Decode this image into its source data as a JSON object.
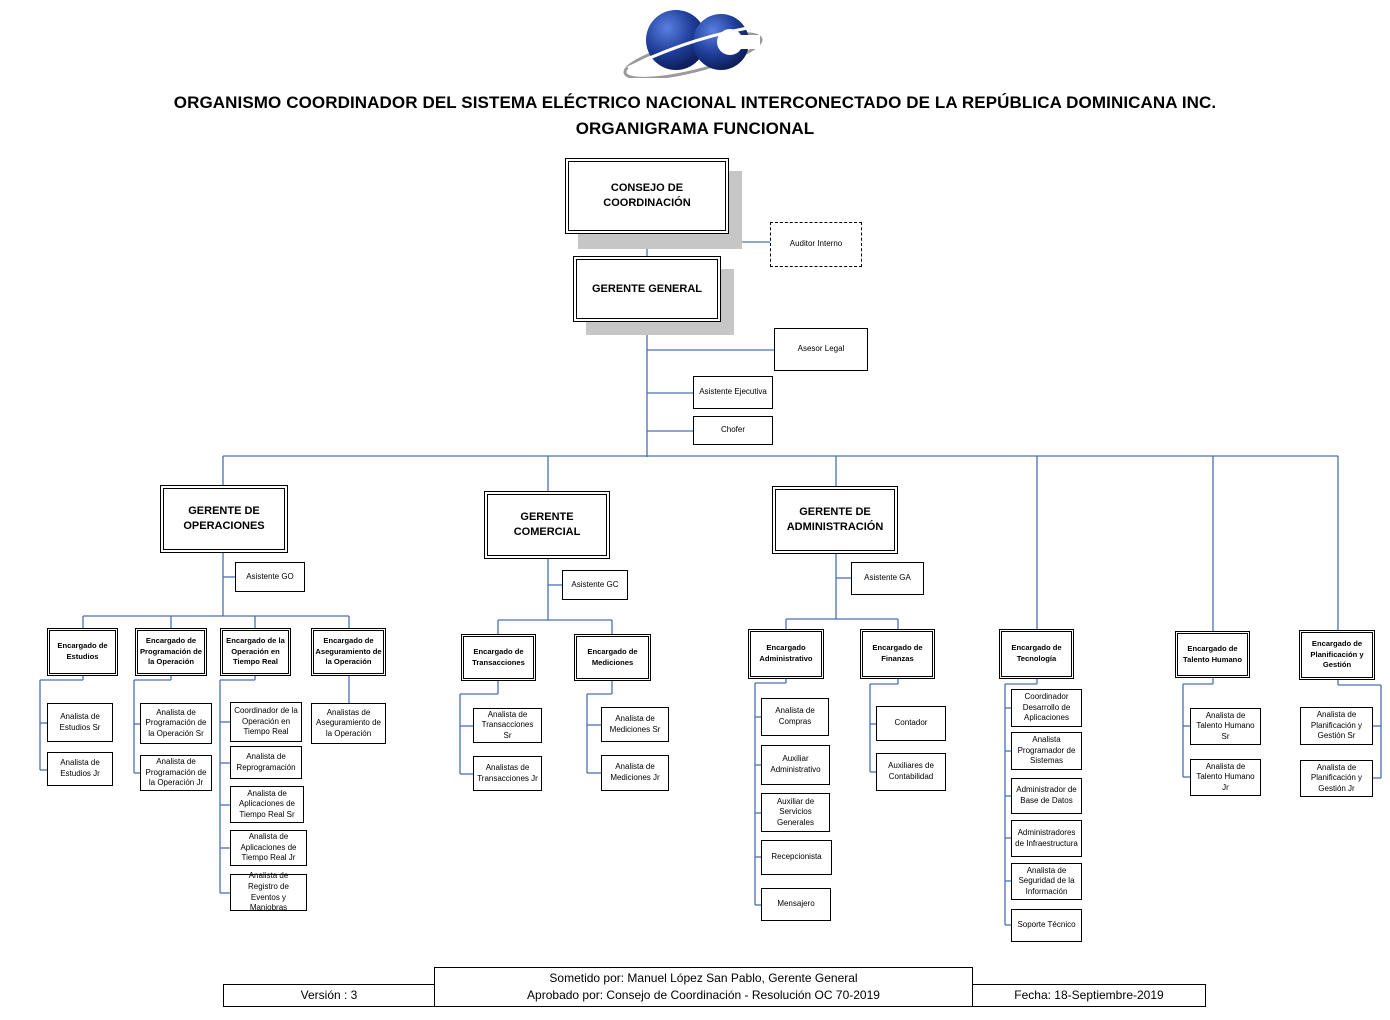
{
  "header": {
    "title": "ORGANISMO COORDINADOR DEL SISTEMA ELÉCTRICO NACIONAL INTERCONECTADO DE LA REPÚBLICA DOMINICANA INC.",
    "subtitle": "ORGANIGRAMA FUNCIONAL",
    "logo_text": "OC"
  },
  "colors": {
    "connector": "#4a6fb5",
    "shadow": "#c6c6c6",
    "logo_blue": "#1f3d99"
  },
  "top": {
    "consejo": "CONSEJO DE COORDINACIÓN",
    "auditor": "Auditor Interno",
    "gerente_general": "GERENTE GENERAL",
    "asesor": "Asesor Legal",
    "asistente_ejecutiva": "Asistente Ejecutiva",
    "chofer": "Chofer"
  },
  "operaciones": {
    "gerente": "GERENTE DE OPERACIONES",
    "asistente": "Asistente GO",
    "estudios": {
      "head": "Encargado de Estudios",
      "items": [
        "Analista de Estudios Sr",
        "Analista de Estudios Jr"
      ]
    },
    "programacion": {
      "head": "Encargado de Programación de la Operación",
      "items": [
        "Analista de Programación de la Operación Sr",
        "Analista de Programación de la Operación Jr"
      ]
    },
    "tiempo_real": {
      "head": "Encargado de la Operación en Tiempo Real",
      "items": [
        "Coordinador de la Operación en Tiempo Real",
        "Analista de Reprogramación",
        "Analista de Aplicaciones de Tiempo Real Sr",
        "Analista de Aplicaciones de Tiempo Real Jr",
        "Analista de Registro de Eventos y Maniobras"
      ]
    },
    "aseguramiento": {
      "head": "Encargado de Aseguramiento de la Operación",
      "items": [
        "Analistas de Aseguramiento de la Operación"
      ]
    }
  },
  "comercial": {
    "gerente": "GERENTE COMERCIAL",
    "asistente": "Asistente GC",
    "transacciones": {
      "head": "Encargado de Transacciones",
      "items": [
        "Analista de Transacciones Sr",
        "Analistas de Transacciones Jr"
      ]
    },
    "mediciones": {
      "head": "Encargado de Mediciones",
      "items": [
        "Analista de Mediciones Sr",
        "Analista de Mediciones Jr"
      ]
    }
  },
  "administracion": {
    "gerente": "GERENTE DE ADMINISTRACIÓN",
    "asistente": "Asistente GA",
    "administrativo": {
      "head": "Encargado Administrativo",
      "items": [
        "Analista de Compras",
        "Auxiliar Administrativo",
        "Auxiliar de Servicios Generales",
        "Recepcionista",
        "Mensajero"
      ]
    },
    "finanzas": {
      "head": "Encargado de Finanzas",
      "items": [
        "Contador",
        "Auxiliares de Contabilidad"
      ]
    }
  },
  "tecnologia": {
    "head": "Encargado de Tecnología",
    "items": [
      "Coordinador Desarrollo de Aplicaciones",
      "Analista Programador de Sistemas",
      "Administrador de Base de Datos",
      "Administradores de Infraestructura",
      "Analista de Seguridad de la Información",
      "Soporte Técnico"
    ]
  },
  "talento": {
    "head": "Encargado de Talento Humano",
    "items": [
      "Analista de Talento Humano Sr",
      "Analista de Talento Humano Jr"
    ]
  },
  "planificacion": {
    "head": "Encargado de Planificación y Gestión",
    "items": [
      "Analista de Planificación y Gestión Sr",
      "Analista de Planificación y Gestión Jr"
    ]
  },
  "footer": {
    "version": "Versión : 3",
    "sometido": "Sometido por: Manuel López San Pablo, Gerente General",
    "aprobado": "Aprobado por: Consejo de Coordinación - Resolución OC 70-2019",
    "fecha": "Fecha: 18-Septiembre-2019"
  }
}
